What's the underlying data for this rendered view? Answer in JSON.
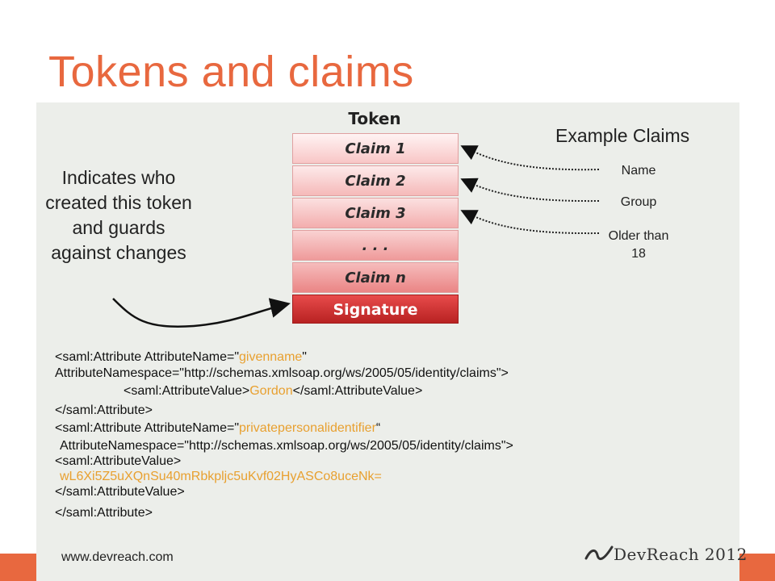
{
  "slide": {
    "title": "Tokens and claims",
    "footer_url": "www.devreach.com",
    "logo_text": "DevReach 2012"
  },
  "diagram": {
    "token_label": "Token",
    "blocks": [
      "Claim 1",
      "Claim 2",
      "Claim 3",
      ". . .",
      "Claim n"
    ],
    "signature": "Signature",
    "example_claims_title": "Example Claims",
    "example_claims": [
      "Name",
      "Group",
      "Older than 18"
    ],
    "signature_note": "Indicates who created this token and guards against changes"
  },
  "xml": {
    "line1_a": "<saml:Attribute AttributeName=\"",
    "line1_hl": "givenname",
    "line1_b": "\"",
    "line2": "AttributeNamespace=\"http://schemas.xmlsoap.org/ws/2005/05/identity/claims\">",
    "line3_a": "<saml:AttributeValue>",
    "line3_hl": "Gordon",
    "line3_b": "</saml:AttributeValue>",
    "line4": "</saml:Attribute>",
    "line5_a": "<saml:Attribute AttributeName=\"",
    "line5_hl": "privatepersonalidentifier",
    "line5_b": "“",
    "line6": "AttributeNamespace=\"http://schemas.xmlsoap.org/ws/2005/05/identity/claims\">",
    "line7": "<saml:AttributeValue>",
    "line8_hl": "wL6Xi5Z5uXQnSu40mRbkpljc5uKvf02HyASCo8uceNk=",
    "line9": "</saml:AttributeValue>",
    "line10": "</saml:Attribute>"
  },
  "colors": {
    "accent": "#e8683f",
    "highlight": "#e8a030",
    "signature": "#c62a2a"
  }
}
